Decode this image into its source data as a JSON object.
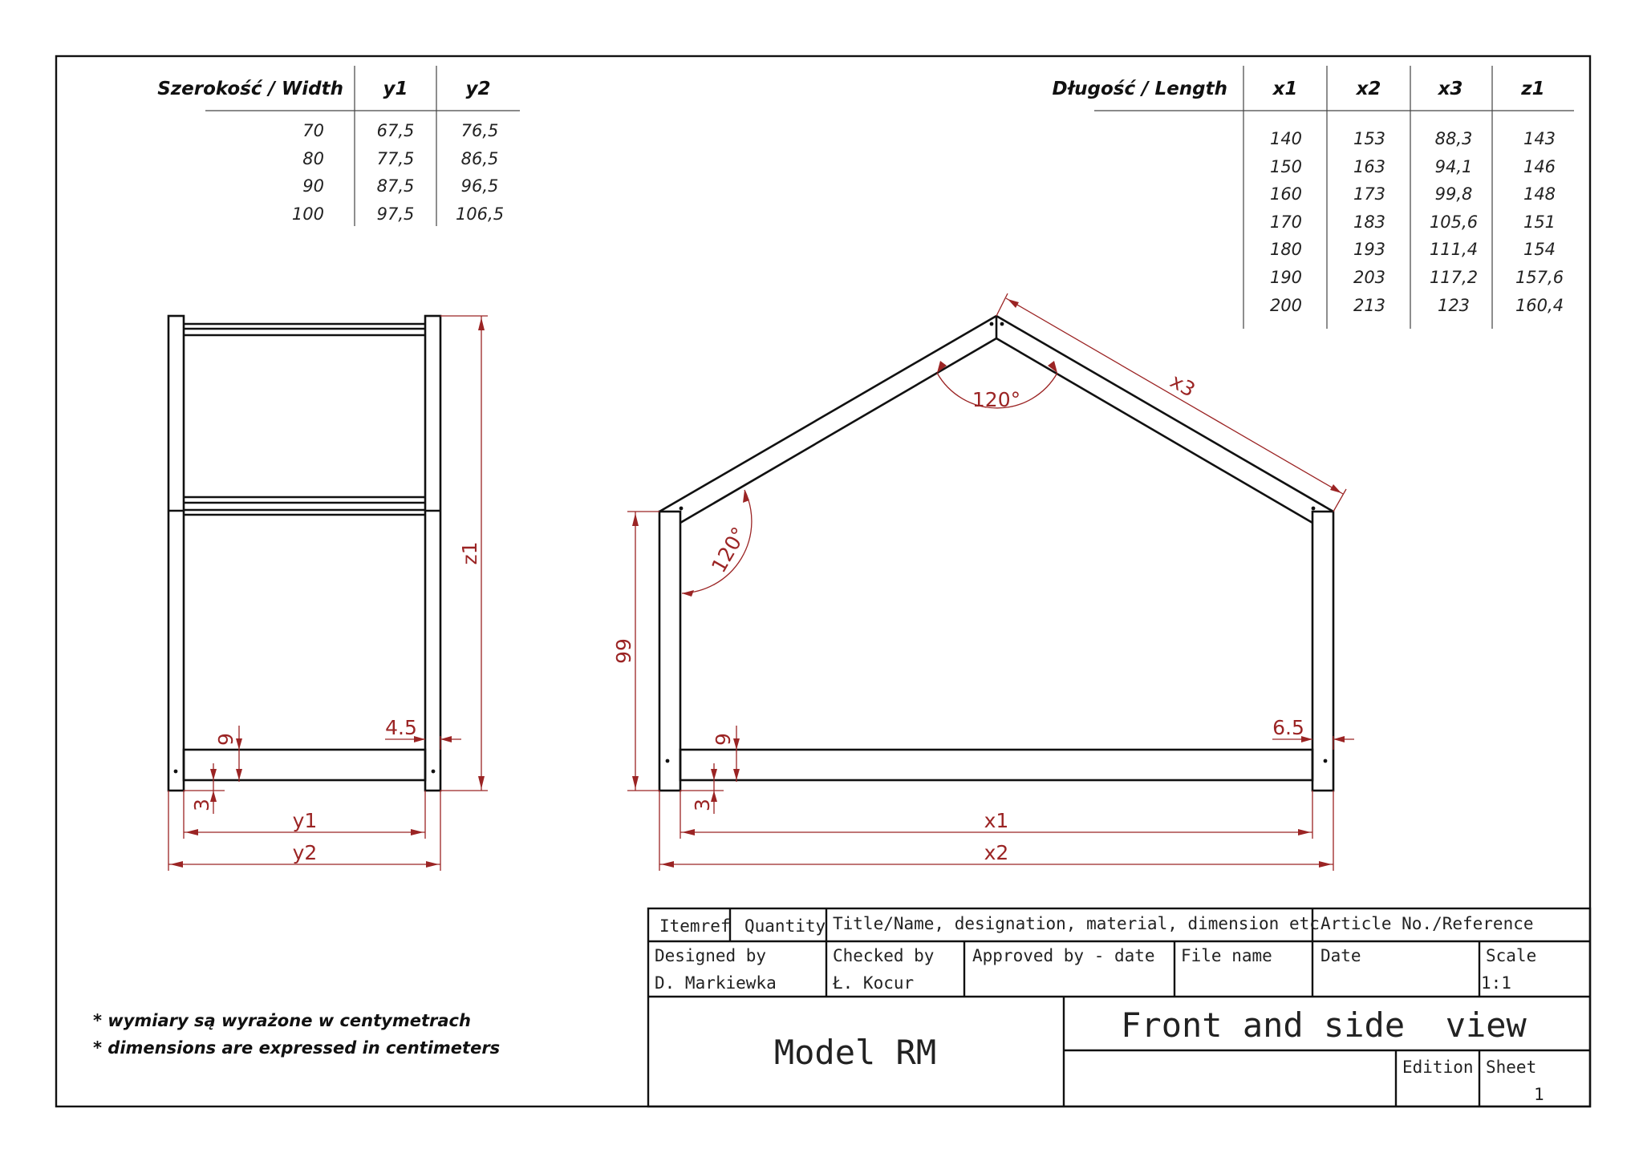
{
  "width_table": {
    "headers": [
      "Szerokość / Width",
      "y1",
      "y2"
    ],
    "rows": [
      [
        "70",
        "67,5",
        "76,5"
      ],
      [
        "80",
        "77,5",
        "86,5"
      ],
      [
        "90",
        "87,5",
        "96,5"
      ],
      [
        "100",
        "97,5",
        "106,5"
      ]
    ]
  },
  "length_table": {
    "headers": [
      "Długość / Length",
      "x1",
      "x2",
      "x3",
      "z1"
    ],
    "rows": [
      [
        "140",
        "153",
        "88,3",
        "143"
      ],
      [
        "150",
        "163",
        "94,1",
        "146"
      ],
      [
        "160",
        "173",
        "99,8",
        "148"
      ],
      [
        "170",
        "183",
        "105,6",
        "151"
      ],
      [
        "180",
        "193",
        "111,4",
        "154"
      ],
      [
        "190",
        "203",
        "117,2",
        "157,6"
      ],
      [
        "200",
        "213",
        "123",
        "160,4"
      ]
    ]
  },
  "side_view": {
    "z1": "z1",
    "t45": "4.5",
    "t9": "9",
    "t3": "3",
    "y1": "y1",
    "y2": "y2"
  },
  "front_view": {
    "x3": "x3",
    "angle_top": "120°",
    "angle_left": "120°",
    "h99": "99",
    "t65": "6.5",
    "t9": "9",
    "t3": "3",
    "x1": "x1",
    "x2": "x2"
  },
  "notes": [
    "* wymiary są wyrażone w centymetrach",
    "* dimensions are expressed in centimeters"
  ],
  "title_block": {
    "itemref": "Itemref",
    "quantity": "Quantity",
    "title_name": "Title/Name, designation, material, dimension etc",
    "article": "Article No./Reference",
    "designed_by": "Designed by",
    "designer": "D. Markiewka",
    "checked_by": "Checked by",
    "checker": "Ł. Kocur",
    "approved": "Approved by - date",
    "file_name": "File name",
    "date": "Date",
    "scale": "Scale",
    "scale_value": "1:1",
    "model": "Model RM",
    "view_title": "Front and side  view",
    "edition": "Edition",
    "sheet": "Sheet",
    "sheet_value": "1"
  },
  "colors": {
    "dimension": "#9b2424",
    "line": "#111111"
  }
}
